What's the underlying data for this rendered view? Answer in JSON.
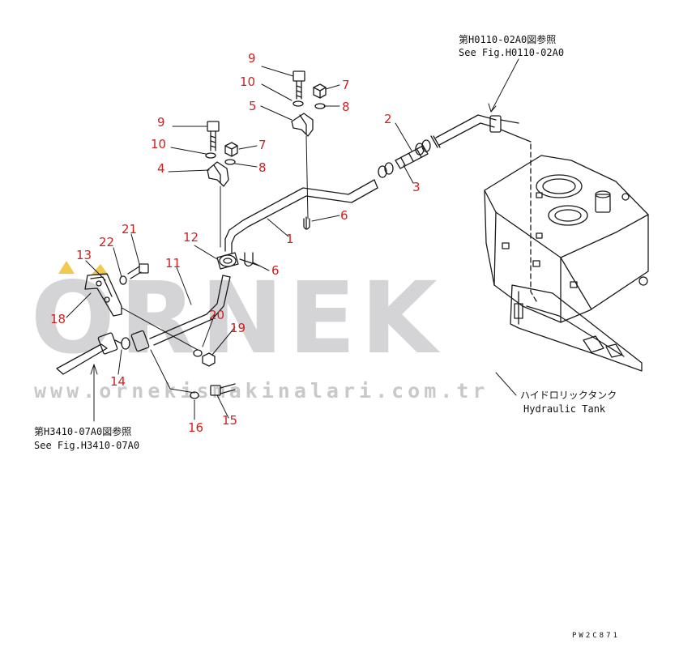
{
  "watermark": {
    "brand": "ORNEK",
    "url": "www.ornekismakinalari.com.tr",
    "accent_color": "#f2c94c"
  },
  "references": {
    "top_jp": "第H0110-02A0図参照",
    "top_en": "See Fig.H0110-02A0",
    "bottom_jp": "第H3410-07A0図参照",
    "bottom_en": "See Fig.H3410-07A0",
    "tank_jp": "ハイドロリックタンク",
    "tank_en": "Hydraulic Tank"
  },
  "drawing_code": "PW2C871",
  "label_color": "#d21e1e",
  "callouts": [
    {
      "id": "c9a",
      "text": "9"
    },
    {
      "id": "c10a",
      "text": "10"
    },
    {
      "id": "c7a",
      "text": "7"
    },
    {
      "id": "c5",
      "text": "5"
    },
    {
      "id": "c8a",
      "text": "8"
    },
    {
      "id": "c2",
      "text": "2"
    },
    {
      "id": "c9b",
      "text": "9"
    },
    {
      "id": "c10b",
      "text": "10"
    },
    {
      "id": "c7b",
      "text": "7"
    },
    {
      "id": "c4",
      "text": "4"
    },
    {
      "id": "c8b",
      "text": "8"
    },
    {
      "id": "c3",
      "text": "3"
    },
    {
      "id": "c6a",
      "text": "6"
    },
    {
      "id": "c1",
      "text": "1"
    },
    {
      "id": "c21",
      "text": "21"
    },
    {
      "id": "c12",
      "text": "12"
    },
    {
      "id": "c22",
      "text": "22"
    },
    {
      "id": "c13",
      "text": "13"
    },
    {
      "id": "c11",
      "text": "11"
    },
    {
      "id": "c6b",
      "text": "6"
    },
    {
      "id": "c18",
      "text": "18"
    },
    {
      "id": "c20",
      "text": "20"
    },
    {
      "id": "c19",
      "text": "19"
    },
    {
      "id": "c14",
      "text": "14"
    },
    {
      "id": "c16",
      "text": "16"
    },
    {
      "id": "c15",
      "text": "15"
    }
  ]
}
